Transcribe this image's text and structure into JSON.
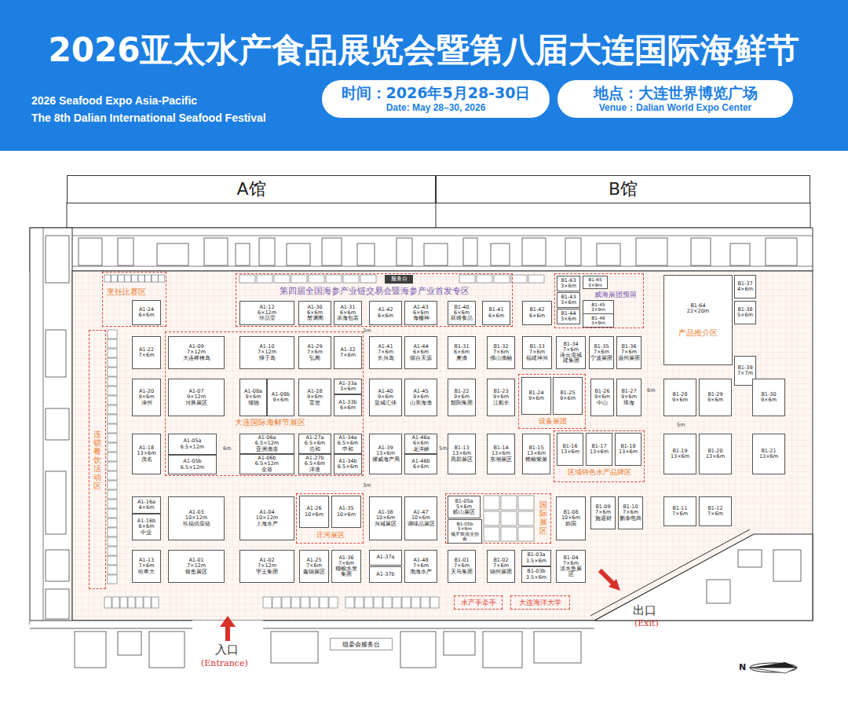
{
  "diagram": {
    "title": "2026亚太水产食品展览会暨第八届大连国际海鲜节",
    "nodes": [
      {
        "text": [
          "时间：2026年5月28-30日",
          "Date: May 28–30, 2026"
        ]
      },
      {
        "text": [
          "地点：大连世界博览广场",
          "Venue：Dalian World Expo Center"
        ]
      },
      {
        "text": [
          "A馆"
        ]
      },
      {
        "text": [
          "B馆"
        ]
      },
      {
        "text": [
          "烹饪比赛区"
        ]
      },
      {
        "text": [
          "A1-24",
          "6×6m"
        ],
        "in": 4
      },
      {
        "text": [
          "连锁餐饮活动区"
        ]
      },
      {
        "text": [
          "大连国际海鲜节展区"
        ]
      },
      {
        "text": [
          "A1-09",
          "7×12m",
          "大连棒棰岛"
        ],
        "in": 7
      },
      {
        "text": [
          "A1-10",
          "7×12m",
          "獐子岛"
        ],
        "in": 7
      },
      {
        "text": [
          "A1-29",
          "7×6m",
          "弘阁"
        ],
        "in": 7
      },
      {
        "text": [
          "A1-32",
          "7×6m"
        ],
        "in": 7
      },
      {
        "text": [
          "A1-07",
          "9×12m",
          "河豚展区"
        ],
        "in": 7
      },
      {
        "text": [
          "A1-08a",
          "9×6m",
          "瑞驰"
        ],
        "in": 7
      },
      {
        "text": [
          "A1-08b",
          "9×6m"
        ],
        "in": 7
      },
      {
        "text": [
          "A1-28",
          "9×6m",
          "富世"
        ],
        "in": 7
      },
      {
        "text": [
          "A1-33a",
          "3×6m"
        ],
        "in": 7
      },
      {
        "text": [
          "A1-33b",
          "6×6m"
        ],
        "in": 7
      },
      {
        "text": [
          "A1-05a",
          "6.5×12m"
        ],
        "in": 7
      },
      {
        "text": [
          "A1-05b",
          "6.5×12m"
        ],
        "in": 7
      },
      {
        "text": [
          "A1-06a",
          "6.5×12m",
          "亚洲渔港"
        ],
        "in": 7
      },
      {
        "text": [
          "A1-06b",
          "6.5×12m",
          "金葵"
        ],
        "in": 7
      },
      {
        "text": [
          "A1-27a",
          "6.5×6m",
          "浩和"
        ],
        "in": 7
      },
      {
        "text": [
          "A1-27b",
          "6.5×6m",
          "洋道"
        ],
        "in": 7
      },
      {
        "text": [
          "A1-34a",
          "6.5×6m",
          "申和"
        ],
        "in": 7
      },
      {
        "text": [
          "A1-34b",
          "6.5×6m"
        ],
        "in": 7
      },
      {
        "text": [
          "第四届全国海参产业链交易会暨海参产业首发专区"
        ]
      },
      {
        "text": [
          "服务台"
        ],
        "in": 26
      },
      {
        "text": [
          "A1-12",
          "6×12m",
          "珍品堂"
        ],
        "in": 26
      },
      {
        "text": [
          "A1-30",
          "6×6m",
          "蟹渊阁"
        ],
        "in": 26
      },
      {
        "text": [
          "A1-31",
          "6×6m",
          "浓海包装"
        ],
        "in": 26
      },
      {
        "text": [
          "A1-42",
          "6×6m"
        ],
        "in": 26
      },
      {
        "text": [
          "A1-43",
          "6×6m",
          "海栅神"
        ],
        "in": 26
      },
      {
        "text": [
          "B1-40",
          "6×6m",
          "双维食品"
        ],
        "in": 26
      },
      {
        "text": [
          "B1-41",
          "6×6m"
        ],
        "in": 26
      },
      {
        "text": [
          "B1-42",
          "6×6m"
        ]
      },
      {
        "text": [
          "威海展团预留"
        ]
      },
      {
        "text": [
          "B1-63",
          "3×6m"
        ],
        "in": 36
      },
      {
        "text": [
          "B1-43",
          "3×6m"
        ],
        "in": 36
      },
      {
        "text": [
          "B1-44",
          "3×6m"
        ],
        "in": 36
      },
      {
        "text": [
          "B1-65",
          "3×9m"
        ],
        "in": 36
      },
      {
        "text": [
          "B1-45",
          "3×9m"
        ],
        "in": 36
      },
      {
        "text": [
          "B1-46",
          "3×9m"
        ],
        "in": 36
      },
      {
        "text": [
          "B1-64",
          "22×20m",
          "产品推介区"
        ]
      },
      {
        "text": [
          "B1-37",
          "4×6m"
        ]
      },
      {
        "text": [
          "B1-38",
          "5×6m"
        ]
      },
      {
        "text": [
          "B1-39",
          "7×7m"
        ]
      },
      {
        "text": [
          "A1-22",
          "7×6m"
        ]
      },
      {
        "text": [
          "A1-41",
          "7×6m",
          "长兴岛"
        ]
      },
      {
        "text": [
          "A1-44",
          "6×6m",
          "烟台天源"
        ]
      },
      {
        "text": [
          "B1-31",
          "6×6m",
          "麦渔"
        ]
      },
      {
        "text": [
          "B1-32",
          "7×6m",
          "佛山渔融"
        ]
      },
      {
        "text": [
          "B1-33",
          "7×6m",
          "福建坤兴"
        ]
      },
      {
        "text": [
          "B1-34",
          "7×6m",
          "连云港城建集团"
        ]
      },
      {
        "text": [
          "B1-35",
          "7×6m",
          "宁波展团"
        ]
      },
      {
        "text": [
          "B1-36",
          "7×6m",
          "温州展团"
        ]
      },
      {
        "text": [
          "A1-20",
          "9×6m",
          "漳州"
        ]
      },
      {
        "text": [
          "A1-40",
          "9×6m",
          "盐城汇佳"
        ]
      },
      {
        "text": [
          "A1-45",
          "9×6m",
          "山东海渔"
        ]
      },
      {
        "text": [
          "B1-22",
          "9×6m",
          "朝阳集团"
        ]
      },
      {
        "text": [
          "B1-23",
          "9×6m",
          "江船长"
        ]
      },
      {
        "text": [
          "设备展团"
        ]
      },
      {
        "text": [
          "B1-24",
          "9×6m"
        ],
        "in": 61
      },
      {
        "text": [
          "B1-25",
          "9×6m"
        ],
        "in": 61
      },
      {
        "text": [
          "B1-26",
          "9×6m",
          "中山"
        ]
      },
      {
        "text": [
          "B1-27",
          "9×6m",
          "珠海"
        ]
      },
      {
        "text": [
          "B1-28",
          "9×6m"
        ]
      },
      {
        "text": [
          "B1-29",
          "9×6m"
        ]
      },
      {
        "text": [
          "B1-30",
          "9×6m"
        ]
      },
      {
        "text": [
          "A1-18",
          "13×6m",
          "茂名"
        ]
      },
      {
        "text": [
          "A1-39",
          "13×6m",
          "挪威海产局"
        ]
      },
      {
        "text": [
          "A1-46a",
          "6×6m",
          "龙洋峡"
        ]
      },
      {
        "text": [
          "A1-46b",
          "6×6m"
        ]
      },
      {
        "text": [
          "B1-13",
          "13×6m",
          "高郡展区"
        ]
      },
      {
        "text": [
          "B1-14",
          "13×6m",
          "东潮展区"
        ]
      },
      {
        "text": [
          "B1-15",
          "13×6m",
          "赣榆紫菜"
        ]
      },
      {
        "text": [
          "区域特色水产品牌区"
        ]
      },
      {
        "text": [
          "B1-16",
          "13×6m"
        ],
        "in": 76
      },
      {
        "text": [
          "B1-17",
          "13×6m"
        ],
        "in": 76
      },
      {
        "text": [
          "B1-18",
          "13×6m"
        ],
        "in": 76
      },
      {
        "text": [
          "B1-19",
          "13×6m"
        ]
      },
      {
        "text": [
          "B1-20",
          "13×6m"
        ]
      },
      {
        "text": [
          "B1-21",
          "13×6m"
        ]
      },
      {
        "text": [
          "A1-16a",
          "4×6m"
        ]
      },
      {
        "text": [
          "A1-16b",
          "6×6m",
          "中业"
        ]
      },
      {
        "text": [
          "A1-03",
          "10×12m",
          "玖福供应链"
        ]
      },
      {
        "text": [
          "A1-04",
          "10×12m",
          "上海水产"
        ]
      },
      {
        "text": [
          "庄河展区"
        ]
      },
      {
        "text": [
          "A1-26",
          "10×6m"
        ],
        "in": 87
      },
      {
        "text": [
          "A1-35",
          "10×6m"
        ],
        "in": 87
      },
      {
        "text": [
          "A1-38",
          "10×6m",
          "兴城展区"
        ]
      },
      {
        "text": [
          "A1-47",
          "10×6m",
          "调味品展区"
        ]
      },
      {
        "text": [
          "国际展区"
        ]
      },
      {
        "text": [
          "B1-05a",
          "5×6m",
          "崂山展区"
        ],
        "in": 92
      },
      {
        "text": [
          "B1-05b",
          "5×6m",
          "俄罗斯渔业协会"
        ],
        "in": 92
      },
      {
        "text": [
          "B1-08",
          "10×6m",
          "韩国"
        ]
      },
      {
        "text": [
          "B1-09",
          "7×6m",
          "施通财"
        ]
      },
      {
        "text": [
          "B1-10",
          "7×6m",
          "鹏泰电商"
        ]
      },
      {
        "text": [
          "B1-11",
          "7×6m"
        ]
      },
      {
        "text": [
          "B1-12",
          "7×6m"
        ]
      },
      {
        "text": [
          "A1-13",
          "7×6m",
          "哈希大"
        ]
      },
      {
        "text": [
          "A1-01",
          "7×12m",
          "银鱼展区"
        ]
      },
      {
        "text": [
          "A1-02",
          "7×12m",
          "宇王集团"
        ]
      },
      {
        "text": [
          "A1-25",
          "7×6m",
          "鑫锦展区"
        ]
      },
      {
        "text": [
          "A1-36",
          "7×6m",
          "穗榆水发集团"
        ]
      },
      {
        "text": [
          "A1-37a"
        ]
      },
      {
        "text": [
          "A1-37b"
        ]
      },
      {
        "text": [
          "A1-48",
          "7×6m",
          "渤海水产"
        ]
      },
      {
        "text": [
          "B1-01",
          "7×6m",
          "天马集团"
        ]
      },
      {
        "text": [
          "B1-02",
          "7×6m",
          "锦州展团"
        ]
      },
      {
        "text": [
          "B1-03a",
          "3.5×6m"
        ]
      },
      {
        "text": [
          "B1-03b",
          "3.5×6m"
        ]
      },
      {
        "text": [
          "B1-04",
          "7×6m",
          "淡水鱼展区"
        ]
      },
      {
        "text": [
          "水产手牵手"
        ]
      },
      {
        "text": [
          "大连海洋大学"
        ]
      },
      {
        "text": [
          "组委会服务台"
        ]
      }
    ],
    "labels": [
      "2026 Seafood Expo Asia-Pacific",
      "The 8th Dalian International Seafood Festival",
      "入口",
      "(Entrance)",
      "出口",
      "(Exit)",
      "N",
      "6m",
      "5m",
      "3m",
      "3m",
      "6m",
      "5m"
    ]
  }
}
